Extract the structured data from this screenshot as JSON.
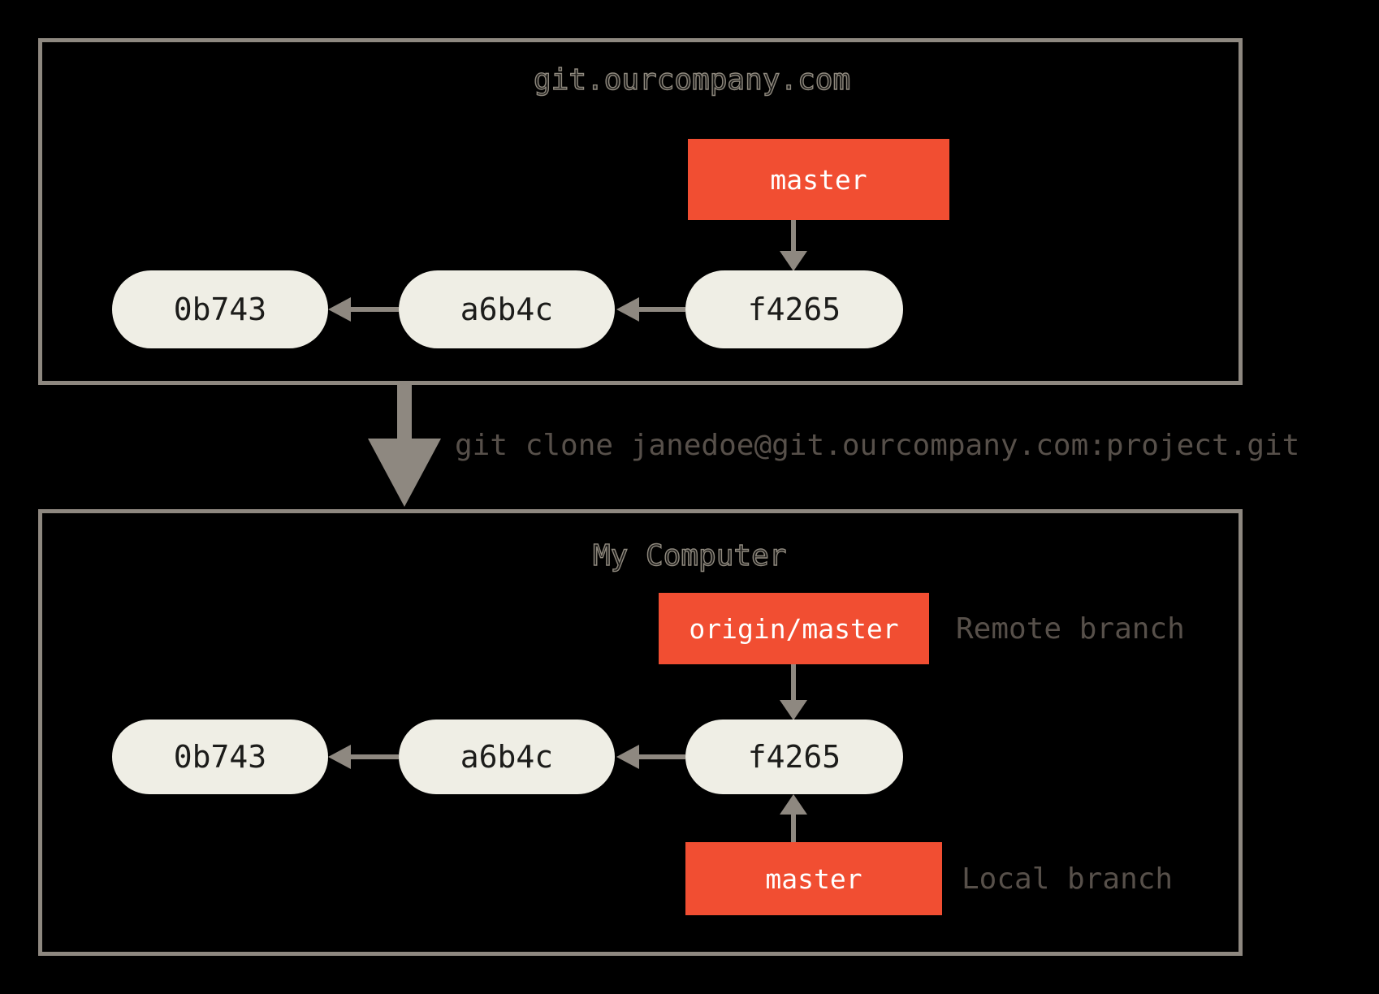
{
  "colors": {
    "background": "#000000",
    "box_border": "#8E8880",
    "arrow": "#8E8880",
    "commit_pill_fill": "#EFEEE5",
    "commit_pill_text": "#1C1C1A",
    "branch_box_fill": "#F14E32",
    "branch_box_text": "#FFFFFF",
    "annotation_text": "#57504A"
  },
  "server": {
    "title": "git.ourcompany.com",
    "branch": {
      "label": "master"
    },
    "commits": [
      "0b743",
      "a6b4c",
      "f4265"
    ]
  },
  "clone": {
    "command": "git clone janedoe@git.ourcompany.com:project.git"
  },
  "computer": {
    "title": "My Computer",
    "remote_branch": {
      "label": "origin/master",
      "annotation": "Remote branch"
    },
    "local_branch": {
      "label": "master",
      "annotation": "Local branch"
    },
    "commits": [
      "0b743",
      "a6b4c",
      "f4265"
    ]
  }
}
